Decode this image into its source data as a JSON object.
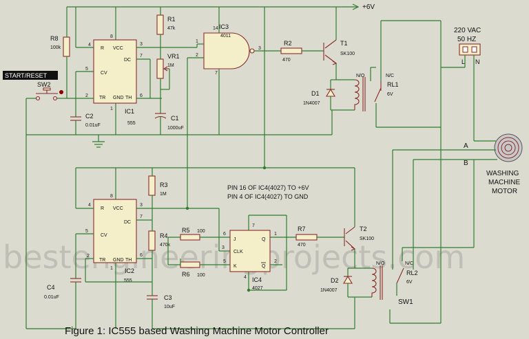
{
  "caption": "Figure 1: IC555 based Washing Machine Motor Controller",
  "watermark": "bestengineeringprojects.com",
  "supply": "+6V",
  "mains": {
    "line1": "220 VAC",
    "line2": "50 HZ",
    "l": "L",
    "n": "N"
  },
  "motor": {
    "line1": "WASHING",
    "line2": "MACHINE",
    "line3": "MOTOR",
    "term_a": "A",
    "term_b": "B"
  },
  "start_reset": "START/RESET",
  "notes": [
    "PIN 16 OF IC4(4027) TO +6V",
    "PIN 4 OF IC4(4027) TO GND"
  ],
  "ic1": {
    "name": "IC1",
    "part": "555",
    "pins": {
      "r": "R",
      "vcc": "VCC",
      "cv": "CV",
      "dc": "DC",
      "tr": "TR",
      "gnd": "GND",
      "th": "TH"
    }
  },
  "ic2": {
    "name": "IC2",
    "part": "555"
  },
  "ic3": {
    "name": "IC3",
    "part": "4011",
    "pin14": "14",
    "pin7": "7",
    "pin1": "1",
    "pin2": "2",
    "pin3": "3"
  },
  "ic4": {
    "name": "IC4",
    "part": "4027",
    "j": "J",
    "clk": "CLK",
    "k": "K",
    "q": "Q",
    "qb": "Q"
  },
  "components": {
    "r1": {
      "name": "R1",
      "value": "47k"
    },
    "r2": {
      "name": "R2",
      "value": "470"
    },
    "r3": {
      "name": "R3",
      "value": "1M"
    },
    "r4": {
      "name": "R4",
      "value": "470k"
    },
    "r5": {
      "name": "R5",
      "value": "100"
    },
    "r6": {
      "name": "R6",
      "value": "100"
    },
    "r7": {
      "name": "R7",
      "value": "470"
    },
    "r8": {
      "name": "R8",
      "value": "100k"
    },
    "vr1": {
      "name": "VR1",
      "value": "1M"
    },
    "c1": {
      "name": "C1",
      "value": "1000uF"
    },
    "c2": {
      "name": "C2",
      "value": "0.01uF"
    },
    "c3": {
      "name": "C3",
      "value": "10uF"
    },
    "c4": {
      "name": "C4",
      "value": "0.01uF"
    },
    "t1": {
      "name": "T1",
      "part": "SK100"
    },
    "t2": {
      "name": "T2",
      "part": "SK100"
    },
    "d1": {
      "name": "D1",
      "part": "1N4007"
    },
    "d2": {
      "name": "D2",
      "part": "1N4007"
    },
    "rl1": {
      "name": "RL1",
      "value": "6V",
      "no": "N/O",
      "nc": "N/C"
    },
    "rl2": {
      "name": "RL2",
      "value": "6V",
      "no": "N/O",
      "nc": "N/C"
    },
    "sw1": {
      "name": "SW1"
    },
    "sw2": {
      "name": "SW2"
    }
  }
}
